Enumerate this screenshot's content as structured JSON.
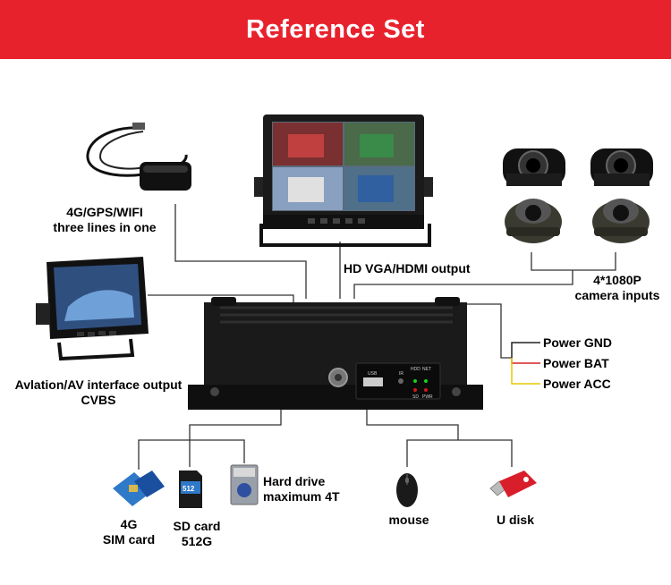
{
  "banner": {
    "title": "Reference Set"
  },
  "labels": {
    "antenna_line1": "4G/GPS/WIFI",
    "antenna_line2": "three lines in one",
    "monitor_output": "HD VGA/HDMI output",
    "cameras_line1": "4*1080P",
    "cameras_line2": "camera inputs",
    "av_line1": "Avlation/AV interface output",
    "av_line2": "CVBS",
    "power_gnd": "Power GND",
    "power_bat": "Power BAT",
    "power_acc": "Power ACC",
    "sim_line1": "4G",
    "sim_line2": "SIM card",
    "sd_line1": "SD card",
    "sd_line2": "512G",
    "hdd_line1": "Hard drive",
    "hdd_line2": "maximum 4T",
    "mouse": "mouse",
    "udisk": "U disk"
  },
  "device_text": {
    "usb": "USB",
    "ir": "IR",
    "hdd": "HDD",
    "net": "NET",
    "sd": "SD",
    "pwr": "PWR",
    "sd_card_capacity": "512"
  },
  "colors": {
    "banner": "#e8222d",
    "wire": "#333333",
    "power_gnd_wire": "#222222",
    "power_bat_wire": "#d62020",
    "power_acc_wire": "#e8c800",
    "device_body": "#1a1a1a"
  }
}
